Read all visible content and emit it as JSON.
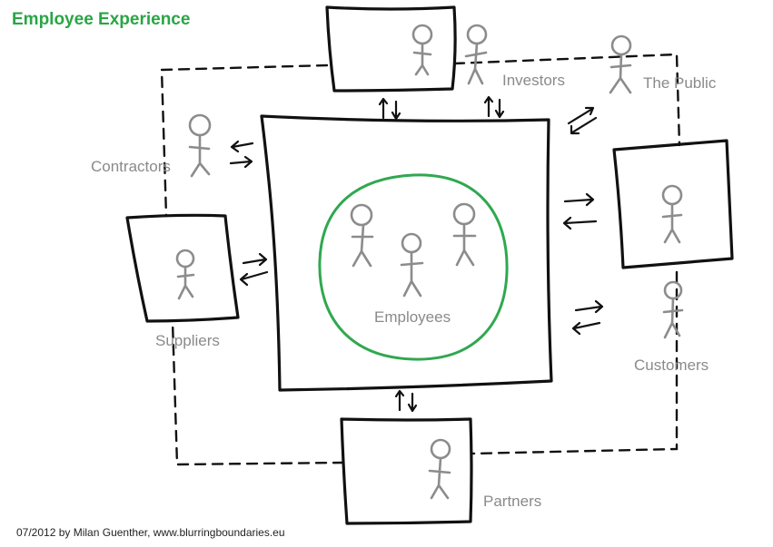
{
  "title": "Employee Experience",
  "footer": "07/2012 by Milan Guenther, www.blurringboundaries.eu",
  "colors": {
    "title": "#2aa546",
    "circle": "#2fa84f",
    "label": "#8a8a8a",
    "figure": "#8c8c8c",
    "line": "#111111"
  },
  "labels": {
    "investors": "Investors",
    "the_public": "The Public",
    "contractors": "Contractors",
    "suppliers": "Suppliers",
    "employees": "Employees",
    "customers": "Customers",
    "partners": "Partners"
  }
}
